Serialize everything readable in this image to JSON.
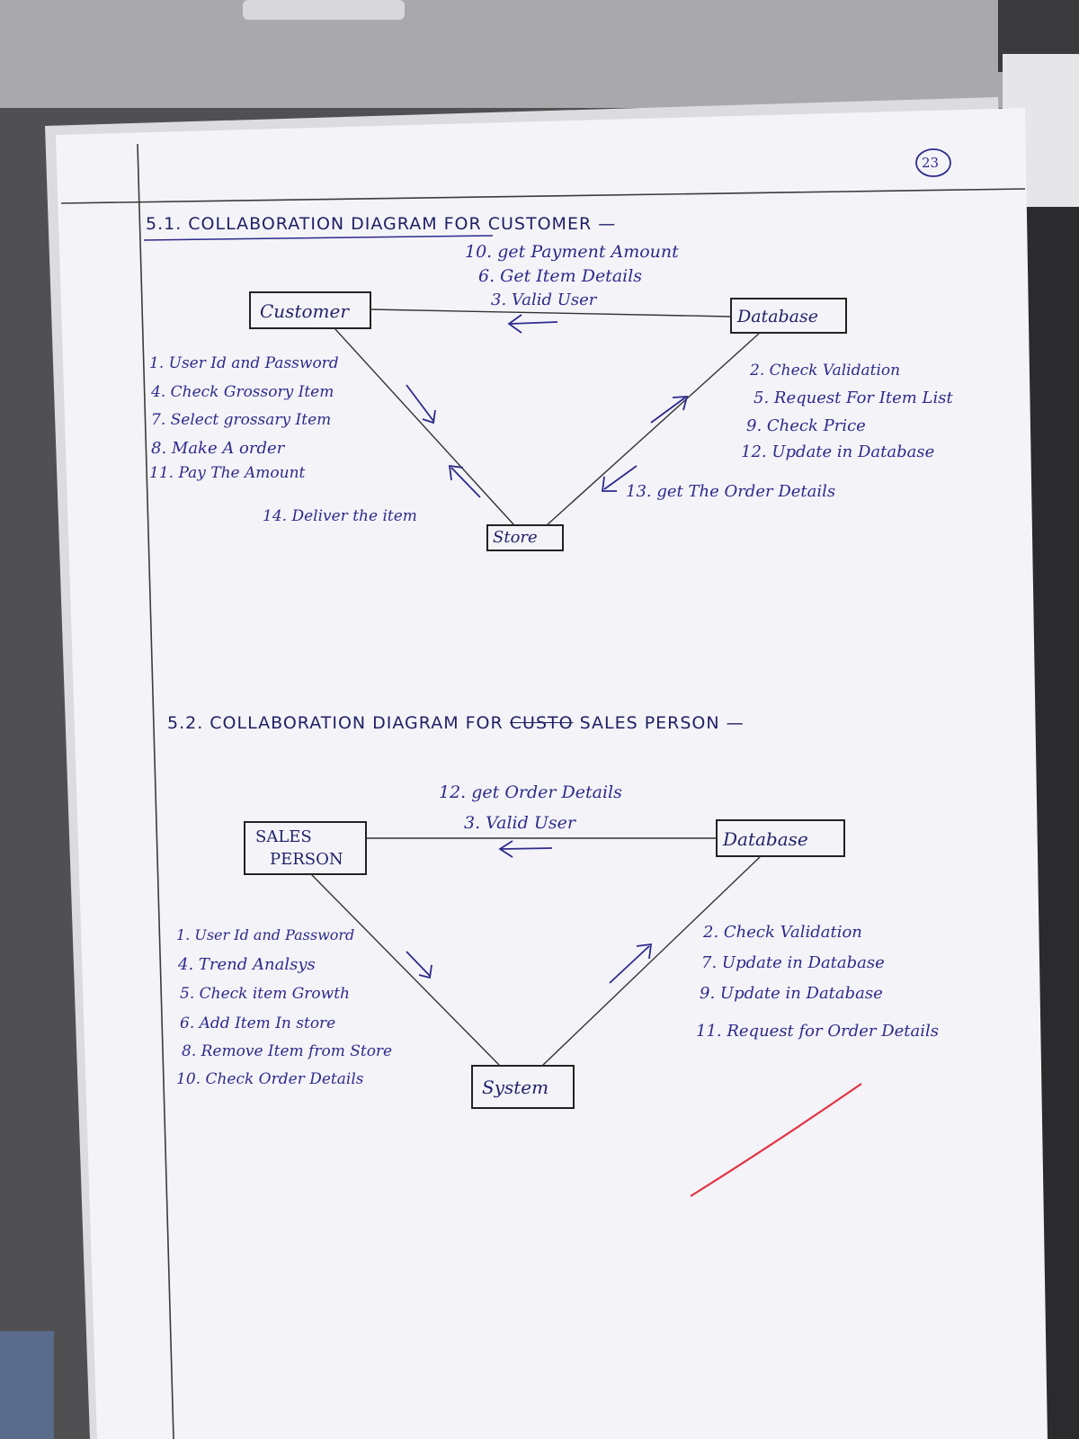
{
  "page_number": "23",
  "diagram1": {
    "title": "5.1. COLLABORATION DIAGRAM FOR CUSTOMER —",
    "nodes": {
      "customer": "Customer",
      "database": "Database",
      "store": "Store"
    },
    "top_messages": [
      "10. get Payment Amount",
      "6. Get Item Details",
      "3. Valid User"
    ],
    "left_messages": [
      "1. User Id and Password",
      "4. Check Grossory Item",
      "7. Select grossary Item",
      "8. Make A order",
      "11. Pay The Amount"
    ],
    "bottom_left_message": "14. Deliver the item",
    "right_messages": [
      "2. Check Validation",
      "5. Request For Item List",
      "9. Check Price",
      "12. Update in Database"
    ],
    "bottom_right_message": "13. get The Order Details"
  },
  "diagram2": {
    "title_prefix": "5.2. COLLABORATION DIAGRAM FOR",
    "title_struck": "CUSTO",
    "title_suffix": "SALES PERSON —",
    "nodes": {
      "sales_person_line1": "SALES",
      "sales_person_line2": "PERSON",
      "database": "Database",
      "system": "System"
    },
    "top_messages": [
      "12. get Order Details",
      "3. Valid User"
    ],
    "left_messages": [
      "1. User Id and Password",
      "4. Trend Analsys",
      "5. Check item Growth",
      "6. Add Item In store",
      "8. Remove Item from Store",
      "10. Check Order Details"
    ],
    "right_messages": [
      "2. Check Validation",
      "7. Update in Database",
      "9. Update in Database",
      "11. Request for Order Details"
    ]
  },
  "colors": {
    "ink": "#2d2a8c",
    "paper": "#f4f4f8",
    "margin_line": "#3b3b3b",
    "red_pen": "#e23240"
  }
}
